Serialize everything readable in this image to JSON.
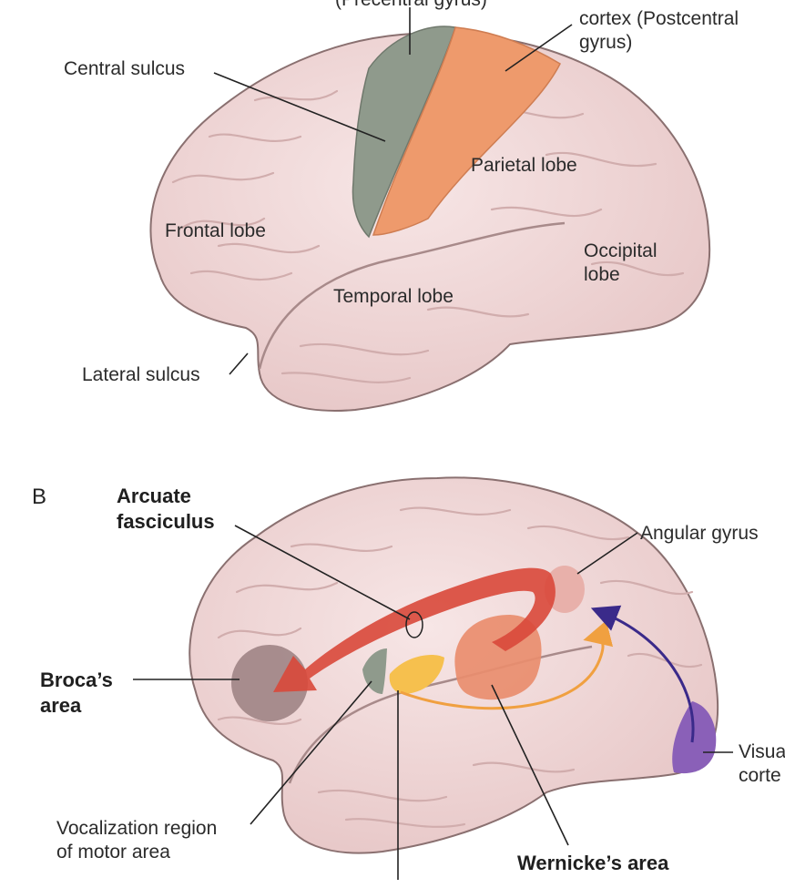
{
  "panel_a": {
    "precentral_label": "(Precentral gyrus)",
    "postcentral_label_line1": "cortex (Postcentral",
    "postcentral_label_line2": "gyrus)",
    "central_sulcus": "Central sulcus",
    "parietal_lobe": "Parietal lobe",
    "frontal_lobe": "Frontal lobe",
    "occipital_lobe_line1": "Occipital",
    "occipital_lobe_line2": "lobe",
    "temporal_lobe": "Temporal lobe",
    "lateral_sulcus": "Lateral sulcus"
  },
  "panel_b": {
    "panel_letter": "B",
    "arcuate_line1": "Arcuate",
    "arcuate_line2": "fasciculus",
    "angular_gyrus": "Angular gyrus",
    "broca_line1": "Broca’s",
    "broca_line2": "area",
    "visual_line1": "Visua",
    "visual_line2": "corte",
    "vocalization_line1": "Vocalization region",
    "vocalization_line2": "of motor area",
    "wernicke": "Wernicke’s area"
  },
  "colors": {
    "brain_fill": "#f2dcdc",
    "brain_stroke": "#8a7070",
    "motor_cortex": "#8f9a8c",
    "sensory_cortex": "#ee9a6c",
    "arcuate_arrow": "#d9483a",
    "broca": "#9a7f80",
    "wernicke": "#e98d6e",
    "angular_gyrus": "#e8b0aa",
    "auditory_path": "#f0a040",
    "visual_path": "#3a2a8a",
    "visual_cortex": "#8a60b8"
  }
}
